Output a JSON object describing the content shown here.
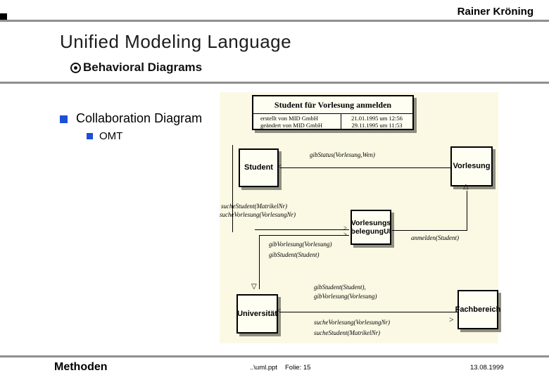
{
  "slide": {
    "author": "Rainer Kröning",
    "title": "Unified Modeling Language",
    "subtitle": "Behavioral Diagrams",
    "bullet1": "Collaboration Diagram",
    "bullet2": "OMT",
    "footer": {
      "section": "Methoden",
      "file": "..\\uml.ppt",
      "page": "Folie: 15",
      "date": "13.08.1999"
    }
  },
  "diagram": {
    "title_box": {
      "title": "Student für Vorlesung anmelden",
      "created_by": "erstellt von MID GmbH",
      "changed_by": "geändert von MID GmbH",
      "created_at": "21.01.1995 um 12:56",
      "changed_at": "29.11.1995 um 11:53"
    },
    "objects": {
      "student": "Student",
      "vorlesung": "Vorlesung",
      "ui_line1": "Vorlesungs",
      "ui_line2": "belegungUI",
      "universitaet": "Universität",
      "fachbereich": "Fachbereich"
    },
    "messages": {
      "gib_status": "gibStatus(Vorlesung,Wen)",
      "suche_student_top": "sucheStudent(MatrikelNr)",
      "suche_vorlesung_top": "sucheVorlesung(VorlesungNr)",
      "gib_vorlesung_mid": "gibVorlesung(Vorlesung)",
      "gib_student_mid": "gibStudent(Student)",
      "anmelden": "anmelden(Student)",
      "gib_student_bottom": "gibStudent(Student),",
      "gib_vorlesung_bottom": "gibVorlesung(Vorlesung)",
      "suche_vorlesung_bottom": "sucheVorlesung(VorlesungNr)",
      "suche_student_bottom": "sucheStudent(MatrikelNr)"
    },
    "colors": {
      "panel_bg": "#fbf9e4",
      "box_bg": "#fffef2",
      "box_shadow": "#8f8f80",
      "bullet_blue": "#1e4ed8",
      "rule_gray": "#8f8f8f"
    }
  }
}
